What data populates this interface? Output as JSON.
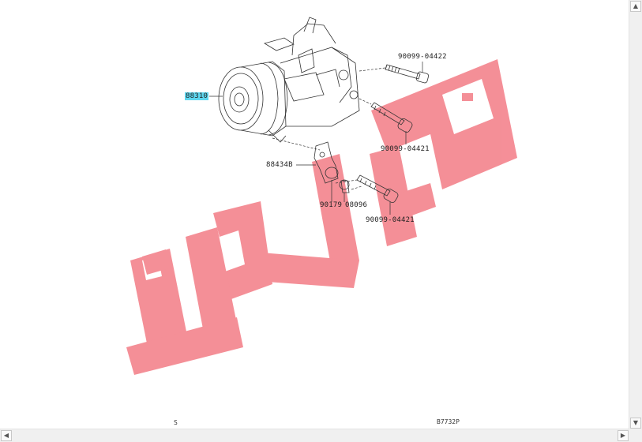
{
  "parts": {
    "compressor": "88310",
    "bolt_top": "90099-04422",
    "bolt_mid": "90099-04421",
    "bracket": "88434B",
    "spacer_a": "90179",
    "spacer_b": "08096",
    "bolt_low": "90099-04421"
  },
  "footer": {
    "left_mark": "S",
    "drawing_id": "B7732P"
  },
  "watermark": {
    "description": "Arabic logo watermark",
    "color": "#f4868f"
  },
  "scrollbars": {
    "up_arrow": "▲",
    "down_arrow": "▼",
    "left_arrow": "◀",
    "right_arrow": "▶"
  }
}
